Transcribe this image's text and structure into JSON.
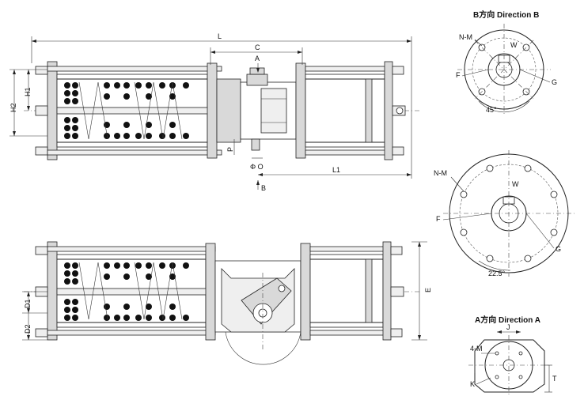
{
  "views": {
    "direction_b": {
      "title": "B方向   Direction B"
    },
    "direction_a": {
      "title": "A方向   Direction A"
    }
  },
  "dimensions": {
    "L": "L",
    "C": "C",
    "A": "A",
    "B": "B",
    "H1": "H1",
    "H2": "H2",
    "P": "P",
    "phiO": "Φ O",
    "L1": "L1",
    "D1": "D1",
    "D2": "D2",
    "E": "E"
  },
  "flange_b_top": {
    "NM": "N-M",
    "W": "W",
    "F": "F",
    "G": "G",
    "angle": "45°"
  },
  "flange_b_bottom": {
    "NM": "N-M",
    "W": "W",
    "F": "F",
    "G": "G",
    "angle": "22.5°"
  },
  "flange_a": {
    "J": "J",
    "M4": "4-M",
    "K": "K",
    "T": "T"
  }
}
